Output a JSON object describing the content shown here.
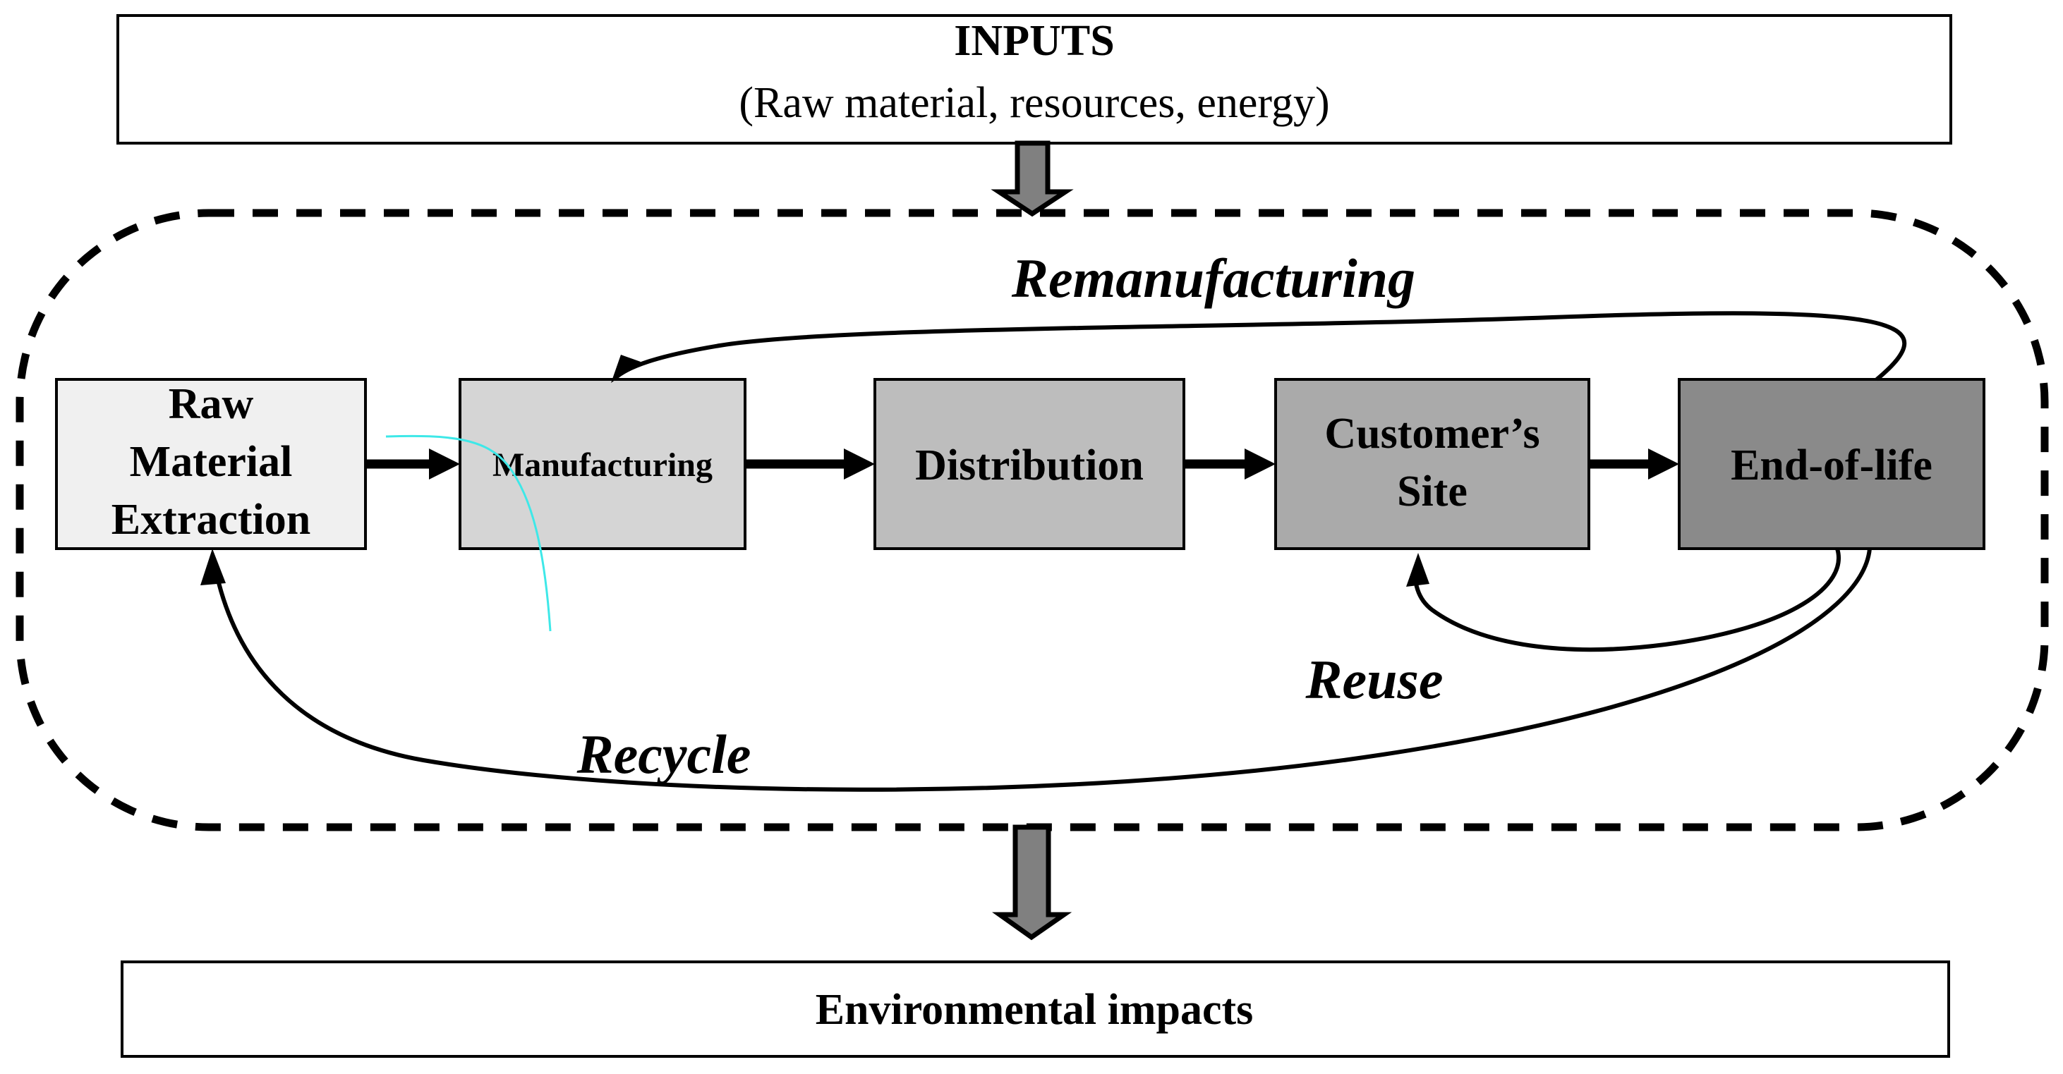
{
  "diagram": {
    "title": "Product life cycle with circular economy loops",
    "colors": {
      "stroke": "#000000",
      "background": "#ffffff",
      "block_arrow_fill": "#808080",
      "artifact_cyan": "#3ee8e8",
      "stage_fills": [
        "#f0f0f0",
        "#d5d5d5",
        "#bdbdbd",
        "#aaaaaa",
        "#8a8a8a"
      ]
    },
    "inputs_box": {
      "title": "INPUTS",
      "subtitle": "(Raw material, resources, energy)"
    },
    "outputs_box": {
      "title": "Environmental impacts"
    },
    "lifecycle_stages": [
      {
        "id": "raw-material-extraction",
        "label_lines": [
          "Raw",
          "Material",
          "Extraction"
        ],
        "fill": "#f0f0f0"
      },
      {
        "id": "manufacturing",
        "label_lines": [
          "Manufacturing"
        ],
        "fill": "#d5d5d5"
      },
      {
        "id": "distribution",
        "label_lines": [
          "Distribution"
        ],
        "fill": "#bdbdbd"
      },
      {
        "id": "customers-site",
        "label_lines": [
          "Customer’s",
          "Site"
        ],
        "fill": "#aaaaaa"
      },
      {
        "id": "end-of-life",
        "label_lines": [
          "End-of-life"
        ],
        "fill": "#8a8a8a"
      }
    ],
    "loops": [
      {
        "id": "remanufacturing",
        "label": "Remanufacturing",
        "from": "end-of-life",
        "to": "manufacturing"
      },
      {
        "id": "reuse",
        "label": "Reuse",
        "from": "end-of-life",
        "to": "customers-site"
      },
      {
        "id": "recycle",
        "label": "Recycle",
        "from": "end-of-life",
        "to": "raw-material-extraction"
      }
    ],
    "flow_sequence": [
      "raw-material-extraction",
      "manufacturing",
      "distribution",
      "customers-site",
      "end-of-life"
    ],
    "system_boundary": {
      "style": "dashed rounded rectangle"
    }
  }
}
